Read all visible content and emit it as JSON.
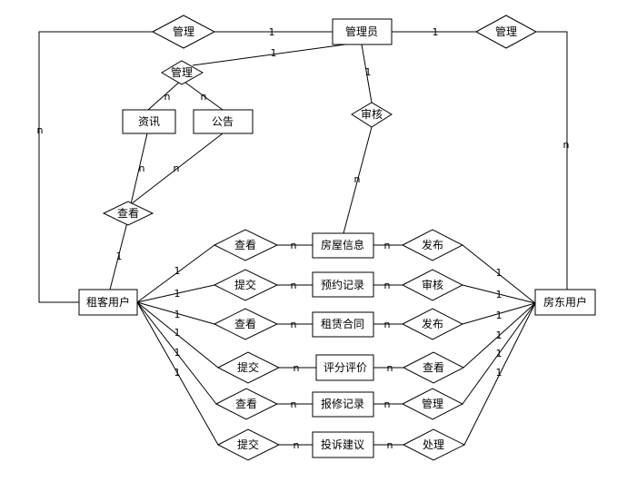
{
  "entities": {
    "admin": "管理员",
    "tenant": "租客用户",
    "landlord": "房东用户",
    "news": "资讯",
    "notice": "公告",
    "house": "房屋信息",
    "booking": "预约记录",
    "contract": "租赁合同",
    "review": "评分评价",
    "repair": "报修记录",
    "complaint": "投诉建议"
  },
  "relations": {
    "manage_tenant": "管理",
    "manage_landlord": "管理",
    "manage_content": "管理",
    "audit": "审核",
    "view_content": "查看",
    "t_view_house": "查看",
    "t_submit_booking": "提交",
    "t_view_contract": "查看",
    "t_submit_review": "提交",
    "t_view_repair": "查看",
    "t_submit_complaint": "提交",
    "l_publish_house": "发布",
    "l_audit_booking": "审核",
    "l_publish_contract": "发布",
    "l_view_review": "查看",
    "l_manage_repair": "管理",
    "l_handle_complaint": "处理"
  },
  "cardinality": {
    "one": "1",
    "many": "n"
  }
}
